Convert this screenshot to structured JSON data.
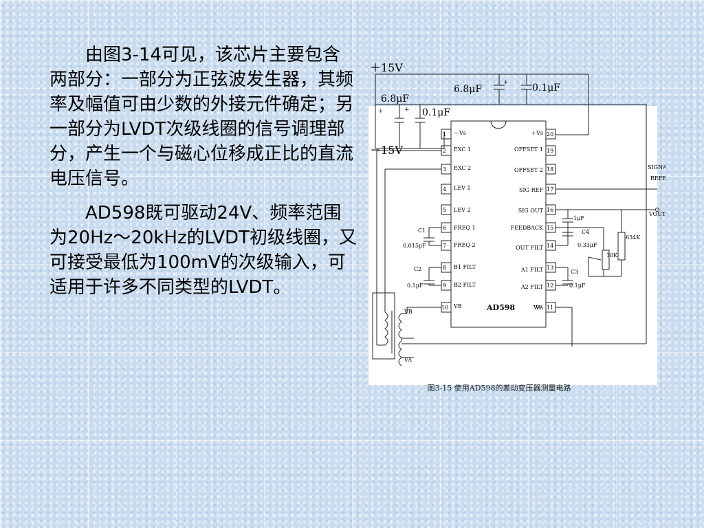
{
  "slide": {
    "paragraph_1": "由图3-14可见，该芯片主要包含两部分：一部分为正弦波发生器，其频率及幅值可由少数的外接元件确定；另一部分为LVDT次级线圈的信号调理部分，产生一个与磁心位移成正比的直流电压信号。",
    "paragraph_2": "AD598既可驱动24V、频率范围为20Hz～20kHz的LVDT初级线圈，又可接受最低为100mV的次级输入，可适用于许多不同类型的LVDT。"
  },
  "figure": {
    "caption": "图3-15 使用AD598的差动变压器测量电路",
    "chip_name": "AD598",
    "supply": {
      "pos": "＋15V",
      "neg": "－15V",
      "cap_6_8_top": "6.8μF",
      "cap_0_1_top": "0.1μF",
      "cap_6_8_left": "6.8μF",
      "cap_0_1_left": "0.1μF"
    },
    "pins_left": [
      {
        "num": "1",
        "label": "－Vs"
      },
      {
        "num": "2",
        "label": "EXC 1"
      },
      {
        "num": "3",
        "label": "EXC 2"
      },
      {
        "num": "4",
        "label": "LEV 1"
      },
      {
        "num": "5",
        "label": "LEV 2"
      },
      {
        "num": "6",
        "label": "FREQ 1"
      },
      {
        "num": "7",
        "label": "FREQ 2"
      },
      {
        "num": "8",
        "label": "B1 FILT"
      },
      {
        "num": "9",
        "label": "B2 FILT"
      },
      {
        "num": "10",
        "label": "VB"
      }
    ],
    "pins_right": [
      {
        "num": "20",
        "label": "＋Vs"
      },
      {
        "num": "19",
        "label": "OFFSET 1"
      },
      {
        "num": "18",
        "label": "OFFSET 2"
      },
      {
        "num": "17",
        "label": "SIG REF"
      },
      {
        "num": "16",
        "label": "SIG OUT"
      },
      {
        "num": "15",
        "label": "FEEDBACK"
      },
      {
        "num": "14",
        "label": "OUT FILT"
      },
      {
        "num": "13",
        "label": "A1 FILT"
      },
      {
        "num": "12",
        "label": "A2 FILT"
      },
      {
        "num": "11",
        "label": "VA"
      }
    ],
    "components": {
      "c1_name": "C1",
      "c1_value": "0.015μF",
      "c2_name": "C2",
      "c2_value": "0.1μF",
      "c3_name": "C3",
      "c3_value": "0.1μF",
      "c4_name": "C4",
      "c4_value": "0.33μF",
      "cap_1uf": "1μF",
      "r_634k": "634K",
      "r_10k": "10K",
      "signal_ref_1": "SIGNAL",
      "signal_ref_2": "REFERENCE",
      "vout": "VOUT",
      "va": "VA",
      "vb": "VB"
    }
  }
}
